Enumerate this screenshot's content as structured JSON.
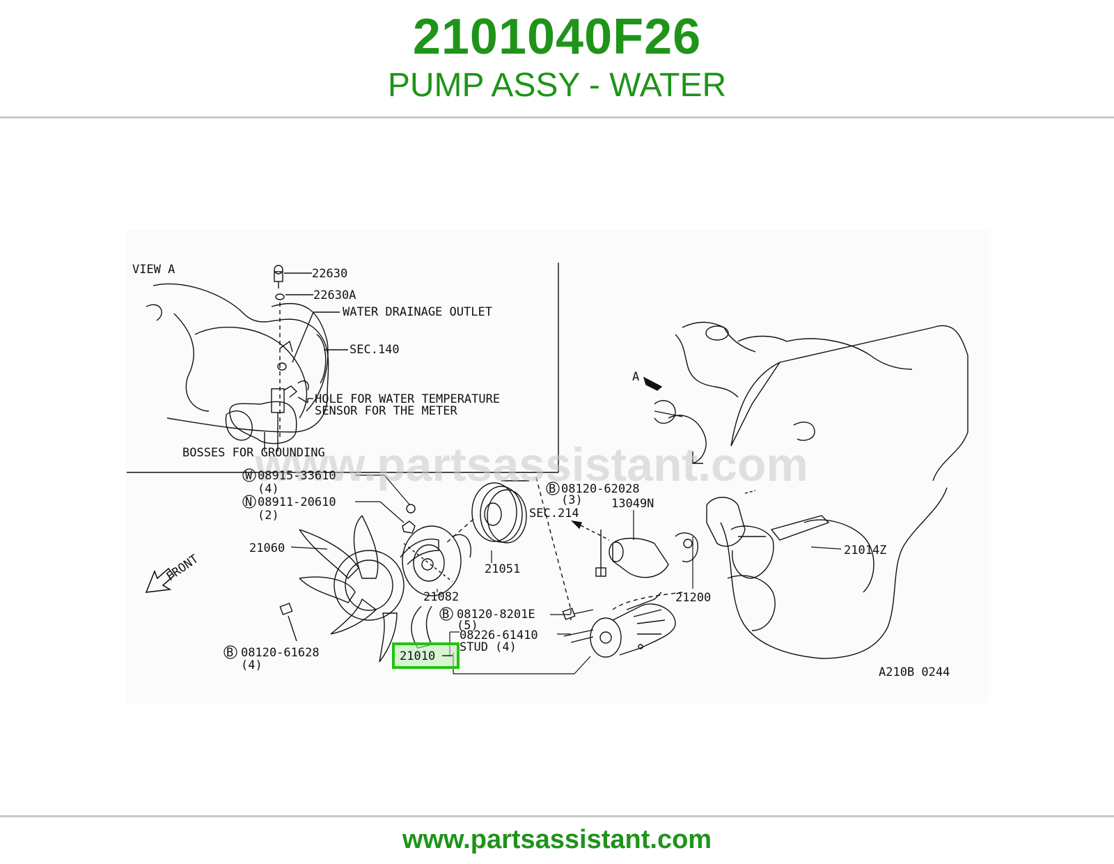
{
  "header": {
    "part_number": "2101040F26",
    "part_name": "PUMP ASSY - WATER"
  },
  "footer": {
    "website": "www.partsassistant.com"
  },
  "diagram": {
    "watermark": "www.partsassistant.com",
    "diagram_code": "A210B 0244",
    "highlighted_part": "21010",
    "view_a": {
      "title": "VIEW A",
      "labels": {
        "p22630": "22630",
        "p22630a": "22630A",
        "drain": "WATER DRAINAGE OUTLET",
        "sec140": "SEC.140",
        "hole_line1": "HOLE FOR WATER TEMPERATURE",
        "hole_line2": "SENSOR FOR THE METER",
        "bosses": "BOSSES FOR GROUNDING"
      }
    },
    "callouts": {
      "w_symbol": "W",
      "w_part": "08915-33610",
      "w_qty": "(4)",
      "n_symbol": "N",
      "n_part": "08911-20610",
      "n_qty": "(2)",
      "fan": "21060",
      "front": "FRONT",
      "b_symbol": "B",
      "b1_part": "08120-61628",
      "b1_qty": "(4)",
      "coupling": "21082",
      "pulley": "21051",
      "b2_part": "08120-8201E",
      "b2_qty": "(5)",
      "stud_part": "08226-61410",
      "stud_label": "STUD (4)",
      "pump": "21010",
      "b3_part": "08120-62028",
      "b3_qty": "(3)",
      "sec214": "SEC.214",
      "p13049n": "13049N",
      "thermostat": "21200",
      "p21014z": "21014Z",
      "arrow_a": "A"
    }
  },
  "colors": {
    "brand_green": "#1e9419",
    "highlight_green": "#22c40f",
    "rule_gray": "#c8c8c8"
  }
}
